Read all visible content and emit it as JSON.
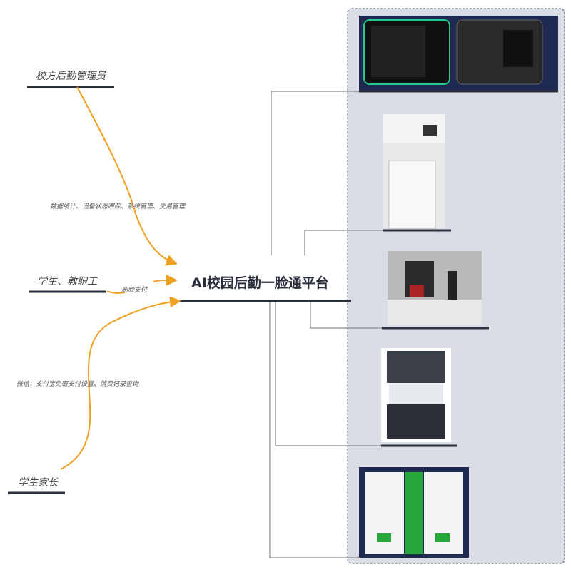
{
  "platform": {
    "title": "AI校园后勤一脸通平台"
  },
  "actors": [
    {
      "label": "校方后勤管理员",
      "flow": "数据统计、设备状态跟踪、系统管理、交易管理"
    },
    {
      "label": "学生、教职工",
      "flow": "刷脸支付"
    },
    {
      "label": "学生家长",
      "flow": "微信，支付宝免密支付设置、消费记录查询"
    }
  ],
  "colors": {
    "arrow": "#f0a020",
    "line": "#2a2f3e",
    "panel": "#d9dde5",
    "connector": "#888888"
  }
}
